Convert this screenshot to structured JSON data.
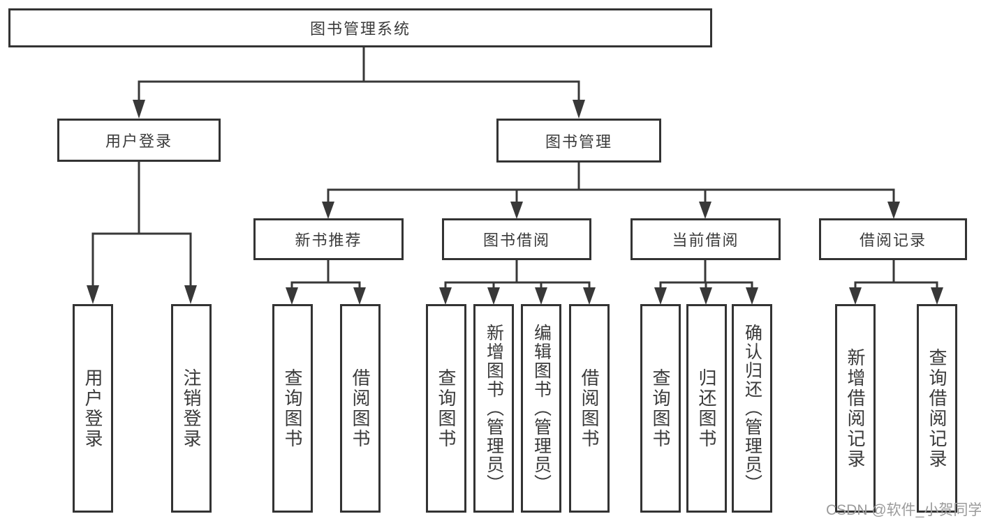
{
  "tree": {
    "root": {
      "label": "图书管理系统"
    },
    "branches": [
      {
        "label": "用户登录",
        "children": [
          {
            "label": "用户登录"
          },
          {
            "label": "注销登录"
          }
        ]
      },
      {
        "label": "图书管理",
        "children": [
          {
            "label": "新书推荐",
            "children": [
              {
                "label": "查询图书"
              },
              {
                "label": "借阅图书"
              }
            ]
          },
          {
            "label": "图书借阅",
            "children": [
              {
                "label": "查询图书"
              },
              {
                "label": "新增图书（管理员）"
              },
              {
                "label": "编辑图书（管理员）"
              },
              {
                "label": "借阅图书"
              }
            ]
          },
          {
            "label": "当前借阅",
            "children": [
              {
                "label": "查询图书"
              },
              {
                "label": "归还图书"
              },
              {
                "label": "确认归还（管理员）"
              }
            ]
          },
          {
            "label": "借阅记录",
            "children": [
              {
                "label": "新增借阅记录"
              },
              {
                "label": "查询借阅记录"
              }
            ]
          }
        ]
      }
    ]
  },
  "watermark": {
    "text": "CSDN @软件_小贺同学"
  },
  "colors": {
    "line": "#383838",
    "border": "#333333",
    "text": "#3a3a3a",
    "background": "#ffffff",
    "watermark": "#9b9b9b"
  }
}
